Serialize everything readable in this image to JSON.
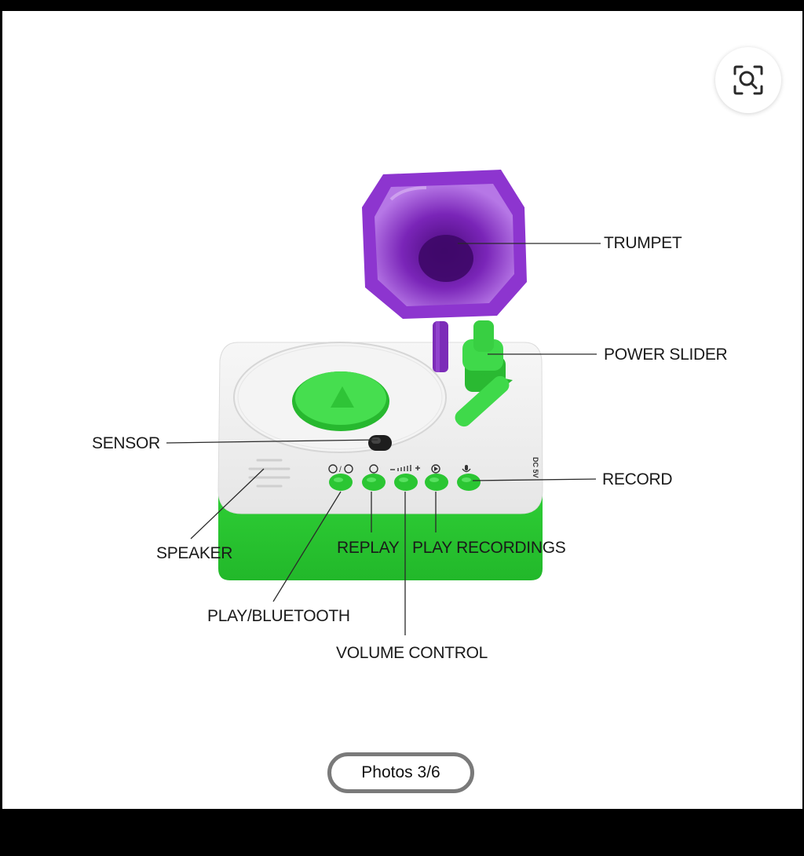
{
  "viewer": {
    "zoom_icon": "visual-search-icon",
    "photo_counter": "Photos 3/6"
  },
  "product": {
    "print_label": "DC 5V",
    "callouts": {
      "trumpet": "TRUMPET",
      "power_slider": "POWER SLIDER",
      "sensor": "SENSOR",
      "record": "RECORD",
      "speaker": "SPEAKER",
      "replay": "REPLAY",
      "play_recordings": "PLAY RECORDINGS",
      "play_bluetooth": "PLAY/BLUETOOTH",
      "volume_control": "VOLUME CONTROL"
    }
  },
  "colors": {
    "green": "#3fd94a",
    "purple": "#8a2fc9",
    "body_white": "#f1f1f1"
  }
}
